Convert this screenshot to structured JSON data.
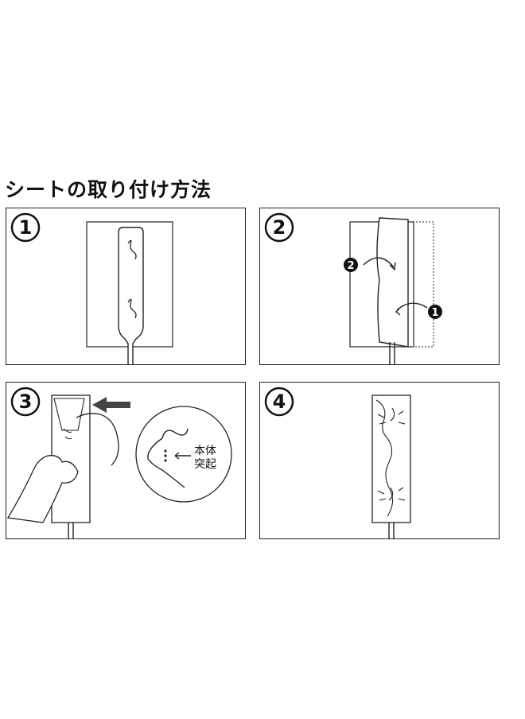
{
  "title": "シートの取り付け方法",
  "steps": [
    {
      "number": "1"
    },
    {
      "number": "2",
      "markers": [
        "2",
        "1"
      ]
    },
    {
      "number": "3",
      "callout_line1": "本体",
      "callout_line2": "突起"
    },
    {
      "number": "4"
    }
  ]
}
